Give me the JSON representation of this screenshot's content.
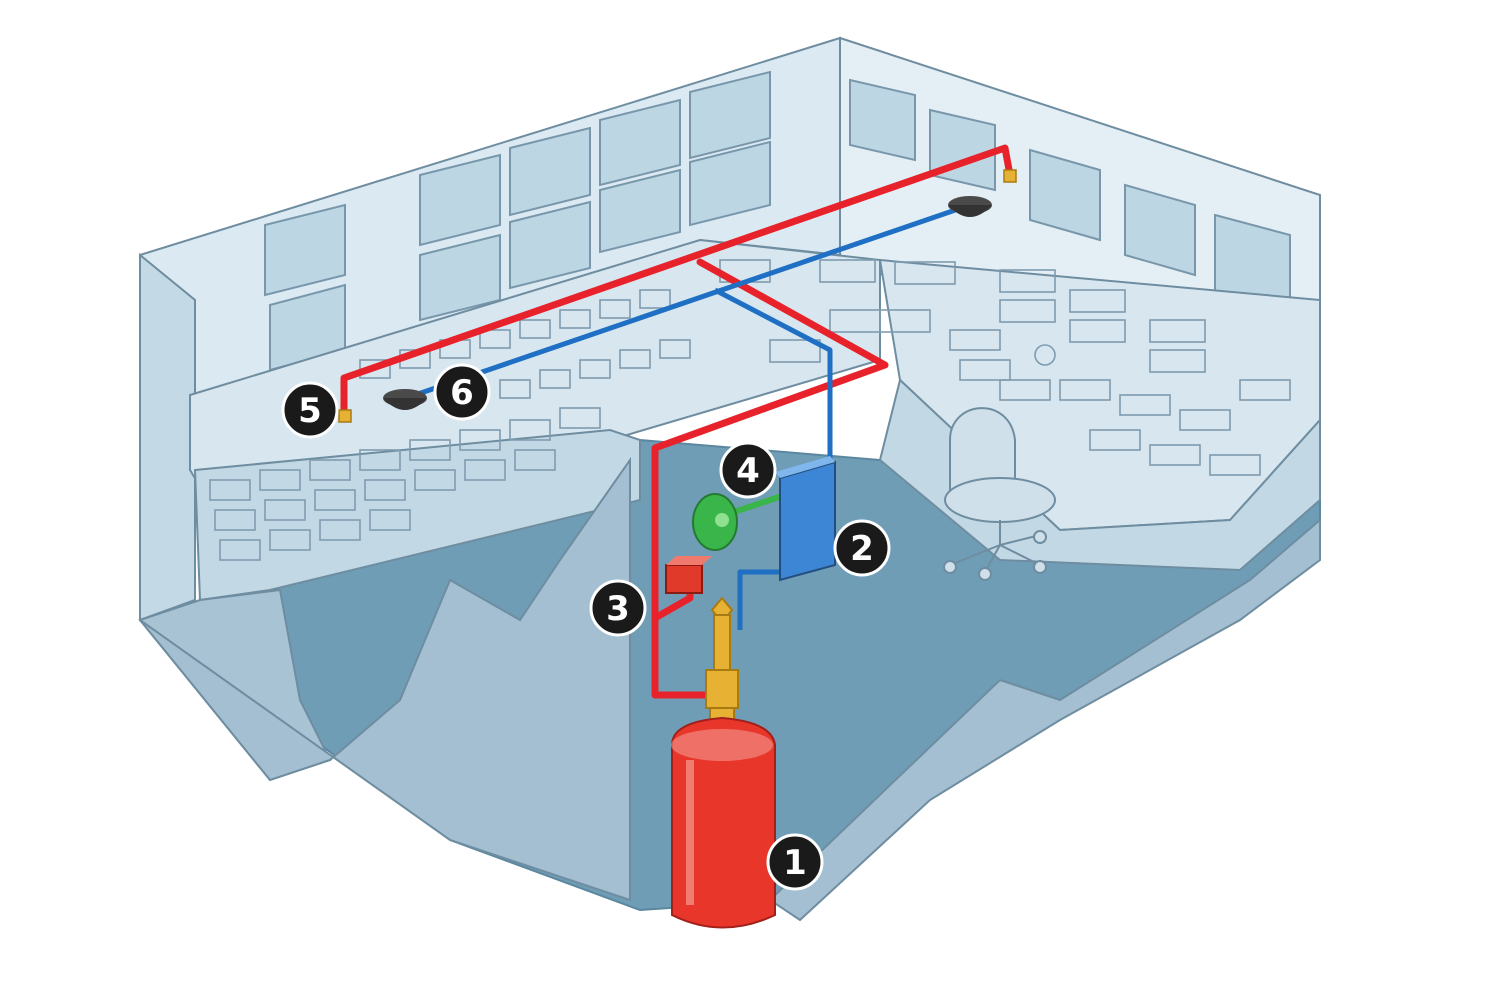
{
  "colors": {
    "background": "#ffffff",
    "wall_light": "#dbe9f2",
    "wall_mid": "#b9d1e0",
    "wall_dark": "#8fb1c6",
    "floor": "#6f9db6",
    "console": "#d7e6ef",
    "outline": "#6f8da0",
    "pipe_red": "#e8222a",
    "pipe_blue": "#1f6fc4",
    "pipe_green": "#39b54a",
    "cylinder": "#e8372a",
    "valve_brass": "#e7b233",
    "panel_blue": "#3d86d6",
    "callout_fill": "#1a1a1a"
  },
  "components": [
    {
      "id": "1",
      "label": "1",
      "icon": "extinguisher-cylinder-icon"
    },
    {
      "id": "2",
      "label": "2",
      "icon": "control-panel-icon"
    },
    {
      "id": "3",
      "label": "3",
      "icon": "manual-release-icon"
    },
    {
      "id": "4",
      "label": "4",
      "icon": "alarm-bell-icon"
    },
    {
      "id": "5",
      "label": "5",
      "icon": "discharge-nozzle-icon"
    },
    {
      "id": "6",
      "label": "6",
      "icon": "smoke-detector-icon"
    }
  ]
}
